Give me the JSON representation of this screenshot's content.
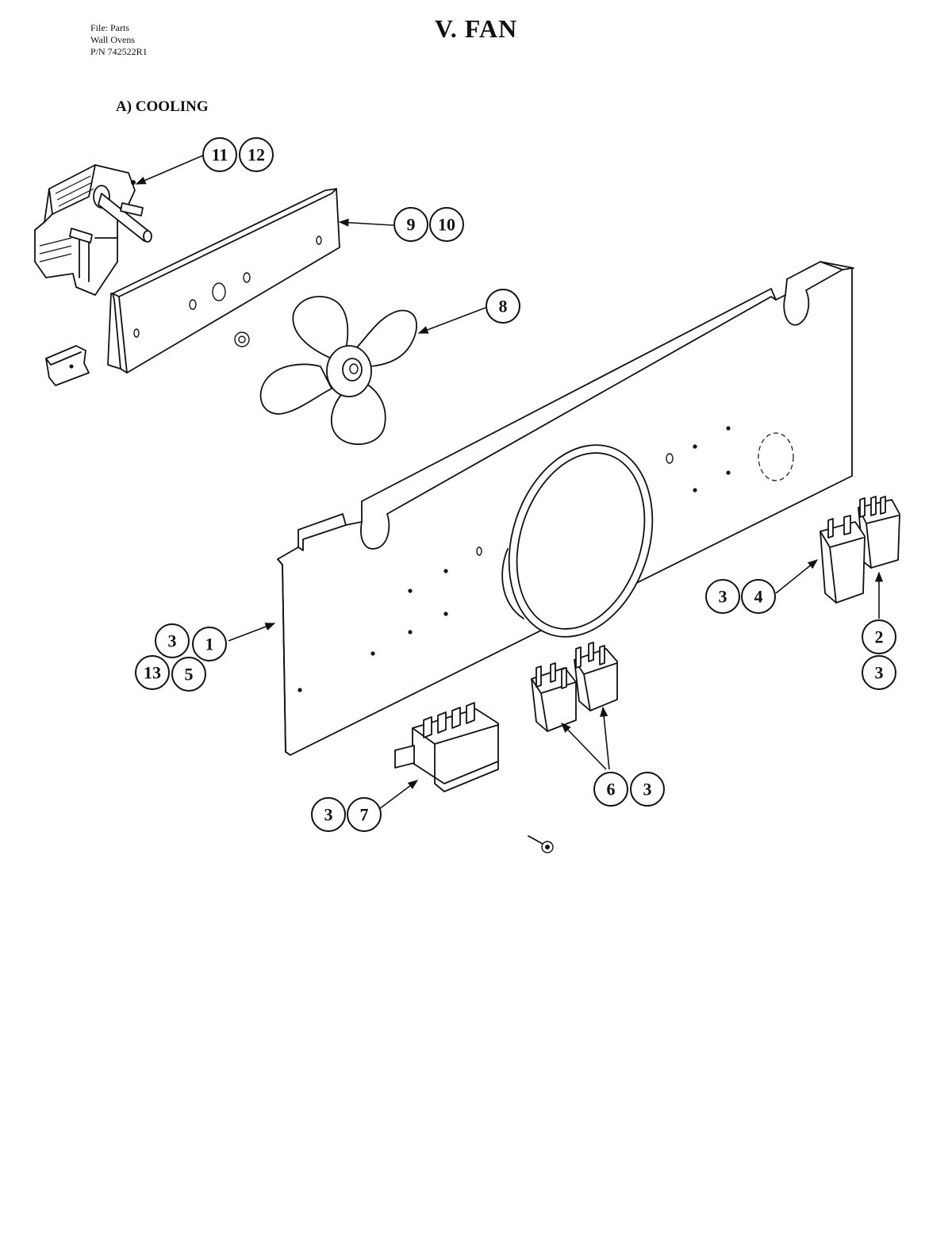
{
  "header": {
    "file_line": "File: Parts",
    "product_line": "Wall Ovens",
    "part_number_line": "P/N 742522R1"
  },
  "page_title": "V. FAN",
  "section_title": "A) COOLING",
  "callouts": {
    "motor": [
      "11",
      "12"
    ],
    "bracket": [
      "9",
      "10"
    ],
    "fan_blade": [
      "8"
    ],
    "panel": [
      "3",
      "1",
      "13",
      "5"
    ],
    "relay_right_a": [
      "3",
      "4"
    ],
    "relay_right_b": [
      "2",
      "3"
    ],
    "relay_pair_bottom": [
      "6",
      "3"
    ],
    "transformer": [
      "3",
      "7"
    ]
  }
}
